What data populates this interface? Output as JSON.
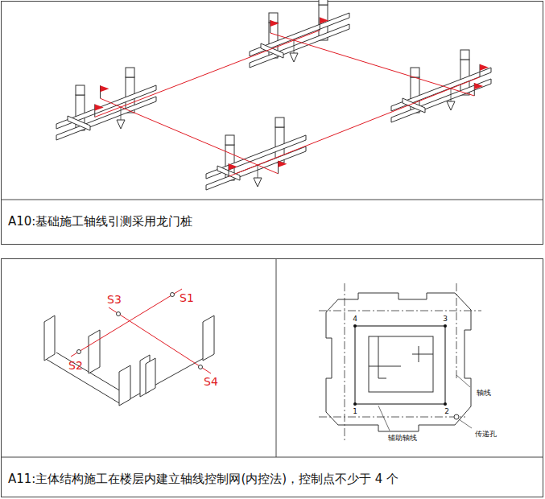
{
  "diagram": {
    "labels": [
      "A10:基础施工轴线引测采用龙门桩",
      "S3",
      "S1",
      "S2",
      "S4",
      "4",
      "3",
      "1",
      "2",
      "轴线",
      "辅助轴线",
      "传递孔",
      "A11:主体结构施工在楼层内建立轴线控制网(内控法)，控制点不少于 4 个"
    ]
  }
}
